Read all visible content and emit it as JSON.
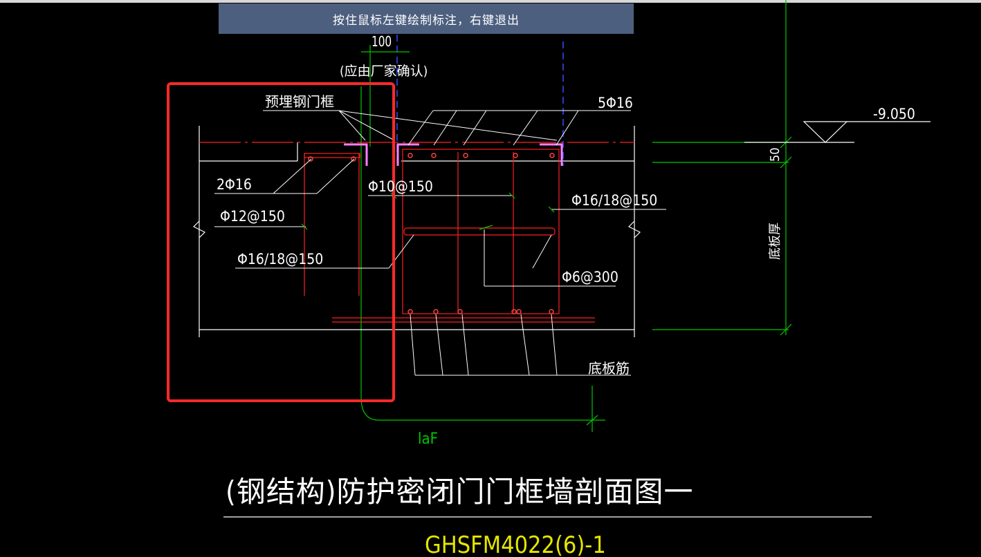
{
  "status": {
    "hint": "按住鼠标左键绘制标注，右键退出"
  },
  "drawing": {
    "dim_top": "100",
    "dim_top_note": "(应由厂家确认)",
    "label_embedded_frame": "预埋钢门框",
    "label_5phi16": "5Φ16",
    "label_elevation": "-9.050",
    "label_50": "50",
    "label_2phi16": "2Φ16",
    "label_phi10": "Φ10@150",
    "label_phi16_18_right": "Φ16/18@150",
    "label_phi12": "Φ12@150",
    "label_phi16_18_left": "Φ16/18@150",
    "label_phi6": "Φ6@300",
    "label_slab_thickness": "底板厚",
    "label_slab_rebar": "底板筋",
    "label_laf": "laF",
    "title": "(钢结构)防护密闭门门框墙剖面图一",
    "code": "GHSFM4022(6)-1"
  },
  "colors": {
    "background": "#000000",
    "line_white": "#ffffff",
    "rebar_red": "#ff2020",
    "dim_green": "#00c800",
    "frame_magenta": "#ff7fff",
    "selection_red": "#ff2a2a",
    "code_yellow": "#e6e600",
    "axis_blue": "#3050ff"
  }
}
